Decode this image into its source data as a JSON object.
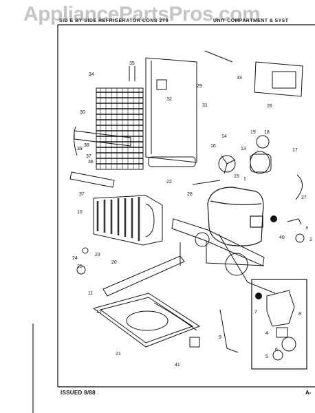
{
  "watermark": "AppliancePartsPros.com",
  "header": {
    "left_text": "SID   E BY SIDE REFRIGERATOR     CONS 2T9",
    "right_text": "UNIT COMPARTMENT & SYST"
  },
  "footer": {
    "issued": "ISSUED 8/88",
    "page_ref": "A-"
  },
  "callouts": {
    "c1": "1",
    "c2": "2",
    "c3": "3",
    "c4": "4",
    "c5": "5",
    "c6": "6",
    "c7": "7",
    "c8": "8",
    "c9": "9",
    "c10": "10",
    "c11": "11",
    "c12": "12",
    "c13": "13",
    "c14": "14",
    "c15": "15",
    "c16": "16",
    "c17": "17",
    "c18": "18",
    "c19": "19",
    "c20": "20",
    "c21": "21",
    "c22": "22",
    "c23": "23",
    "c24": "24",
    "c25": "25",
    "c26": "26",
    "c27": "27",
    "c28": "28",
    "c29": "29",
    "c30": "30",
    "c31": "31",
    "c32": "32",
    "c33": "33",
    "c34": "34",
    "c35": "35",
    "c36": "36",
    "c37": "37",
    "c38": "38",
    "c39": "39",
    "c40": "40",
    "c41": "41"
  }
}
